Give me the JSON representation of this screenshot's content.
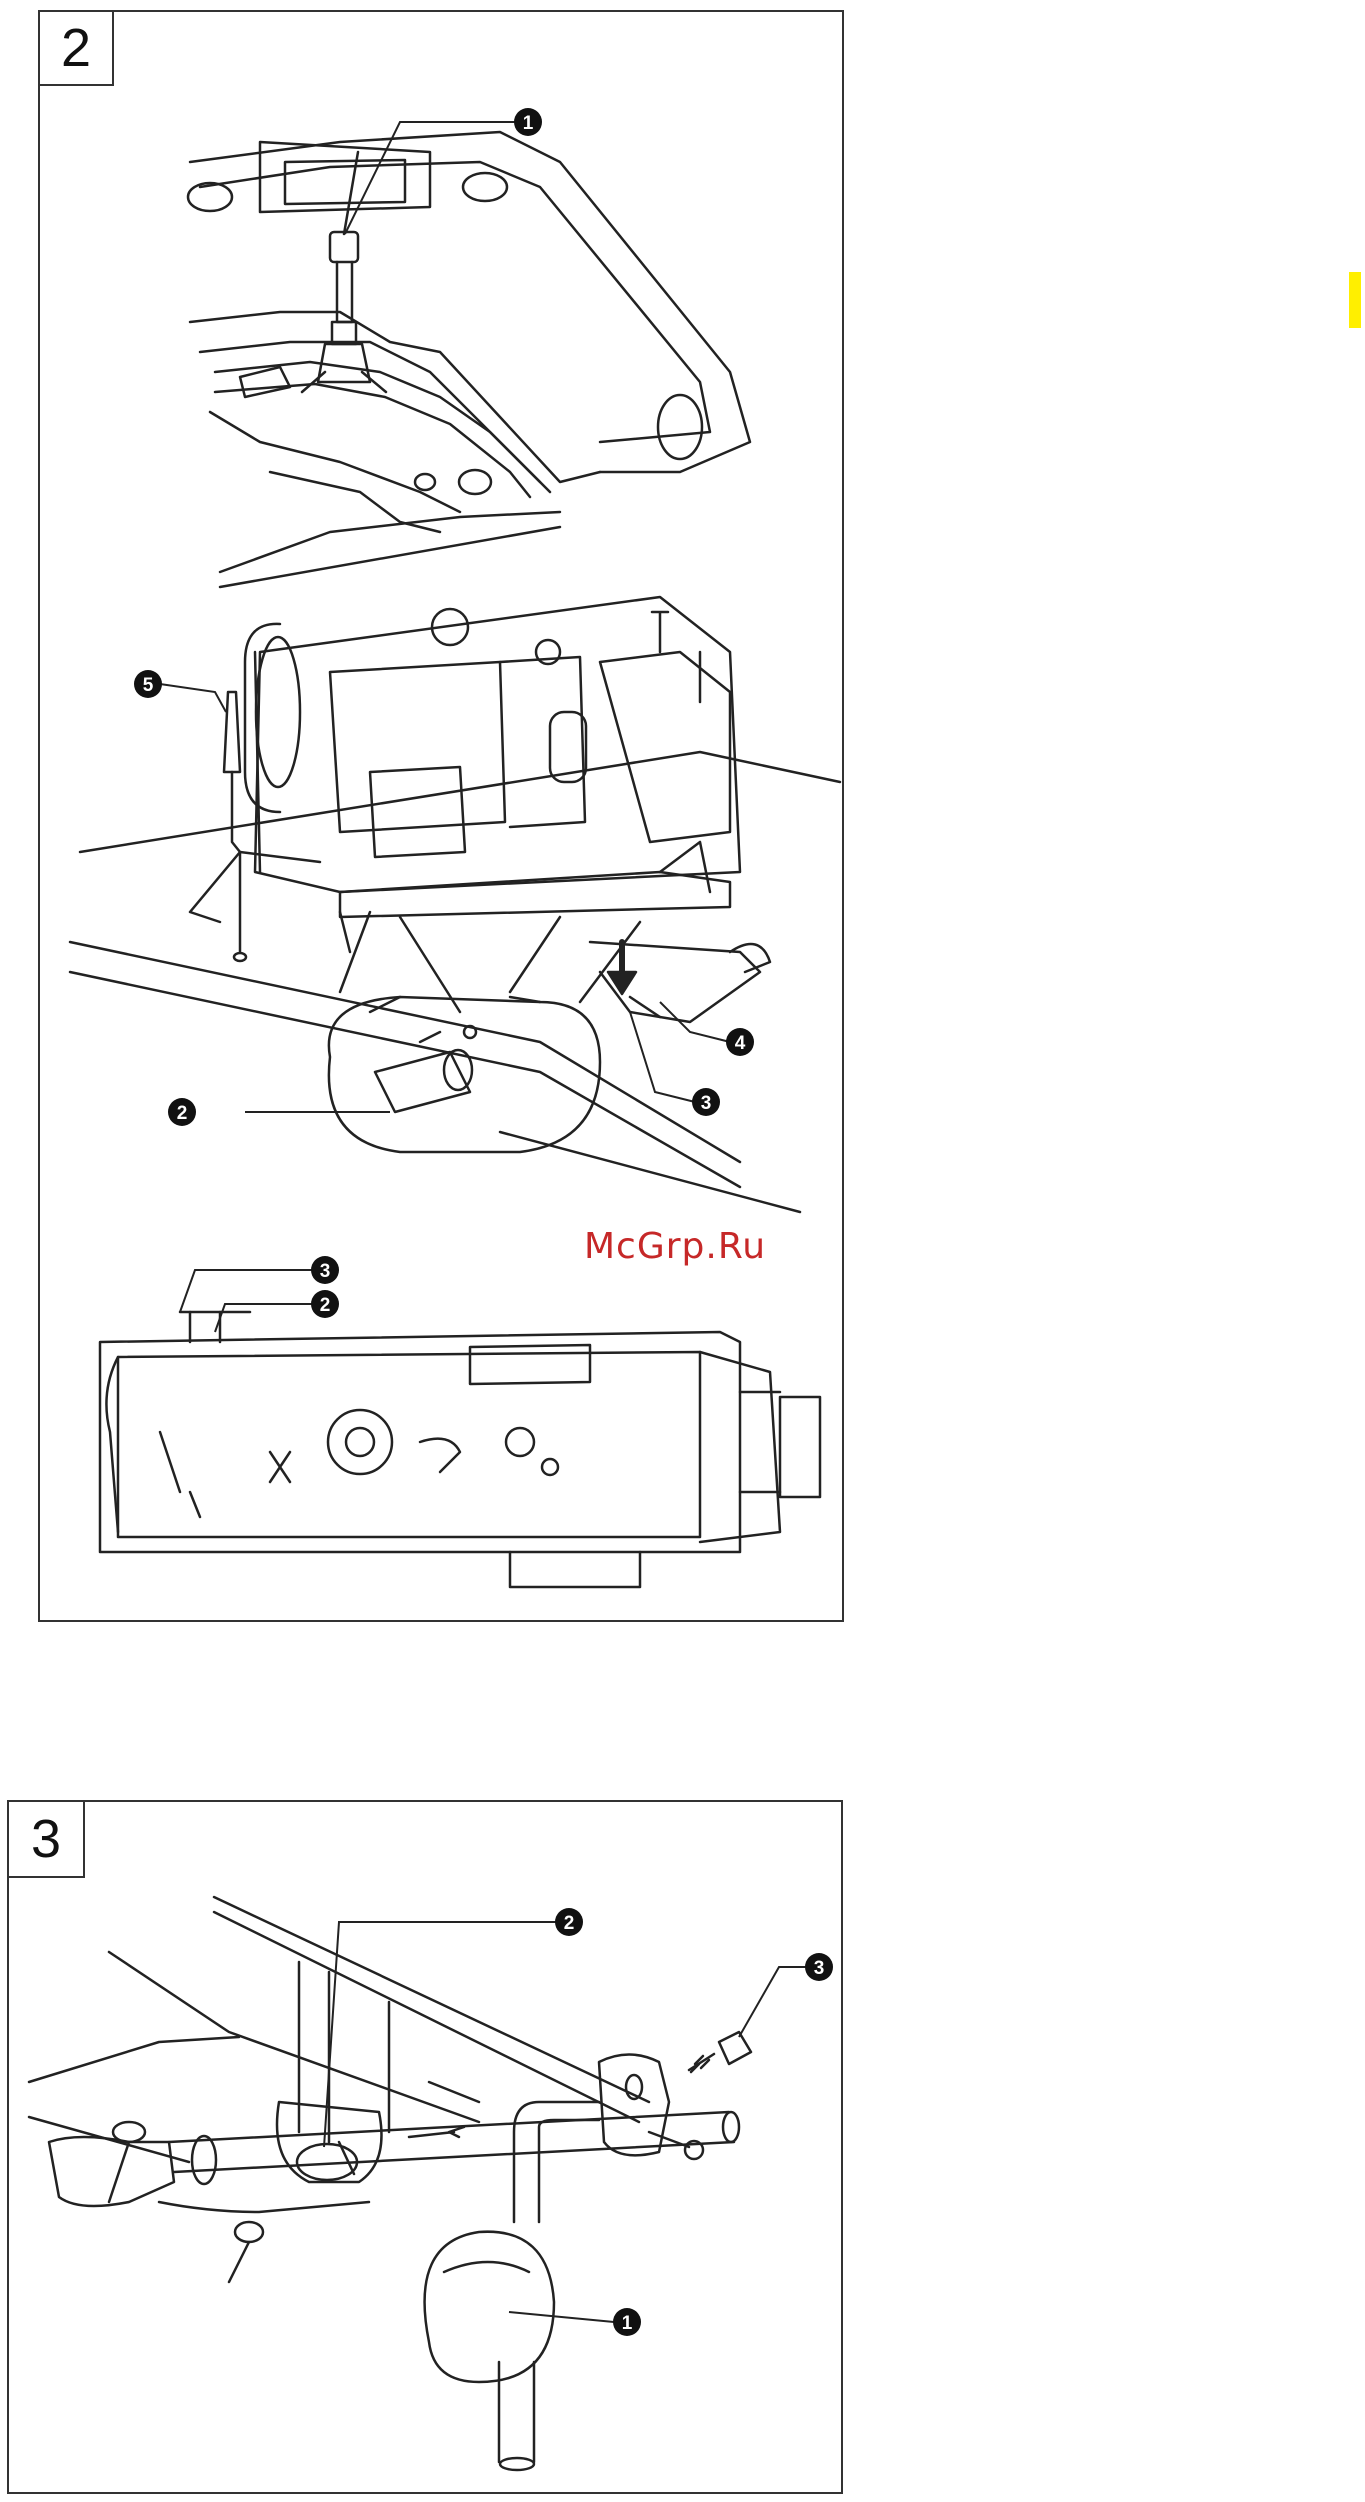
{
  "figures": [
    {
      "number": "2",
      "callouts": [
        "1",
        "5",
        "2",
        "3",
        "4",
        "3",
        "2"
      ]
    },
    {
      "number": "3",
      "callouts": [
        "2",
        "3",
        "1"
      ]
    }
  ],
  "watermark": "McGrp.Ru",
  "colors": {
    "watermark": "#c62828",
    "highlight": "#ffef00",
    "line": "#222222"
  }
}
